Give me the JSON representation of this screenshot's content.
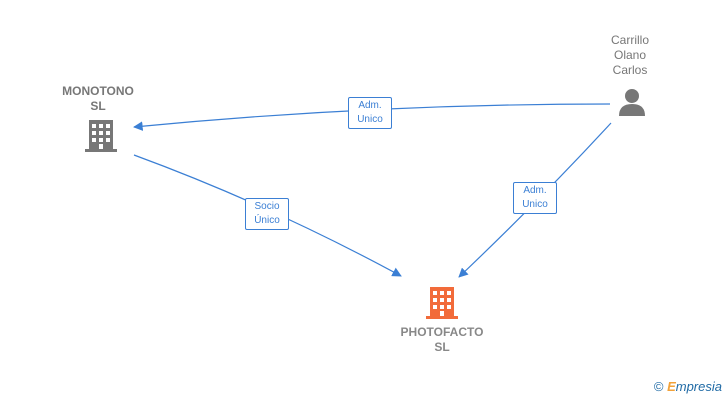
{
  "nodes": {
    "person": {
      "name_lines": [
        "Carrillo",
        "Olano",
        "Carlos"
      ],
      "icon": "person-icon",
      "color": "#777777"
    },
    "monotono": {
      "name_lines": [
        "MONOTONO",
        "SL"
      ],
      "icon": "building-icon",
      "color": "#777777"
    },
    "photofacto": {
      "name_lines": [
        "PHOTOFACTO",
        "SL"
      ],
      "icon": "building-icon",
      "color": "#f26b3a"
    }
  },
  "edges": [
    {
      "from": "person",
      "to": "monotono",
      "label_lines": [
        "Adm.",
        "Unico"
      ]
    },
    {
      "from": "monotono",
      "to": "photofacto",
      "label_lines": [
        "Socio",
        "Único"
      ]
    },
    {
      "from": "person",
      "to": "photofacto",
      "label_lines": [
        "Adm.",
        "Unico"
      ]
    }
  ],
  "colors": {
    "edge": "#3b7fd4",
    "node_gray": "#777777",
    "node_highlight": "#f26b3a"
  },
  "watermark": {
    "symbol": "©",
    "brand_initial": "E",
    "brand_rest": "mpresia"
  }
}
